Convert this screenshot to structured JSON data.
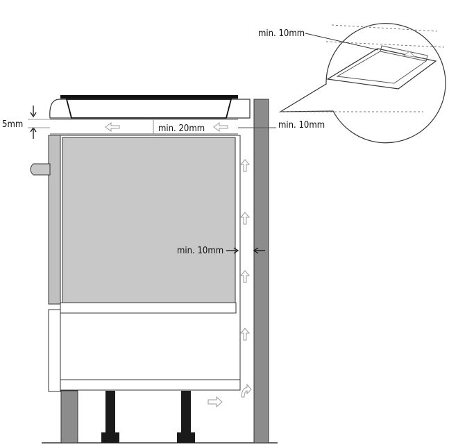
{
  "labels": {
    "gap_top": "5mm",
    "gap_rear_horizontal": "min. 20mm",
    "gap_rear_vertical": "min. 10mm",
    "gap_back_panel": "min. 10mm",
    "gap_detail": "min. 10mm"
  },
  "colors": {
    "oven_panel": "#c8c8c8",
    "wall": "#8c8c8c",
    "outline": "#333333",
    "legs": "#1a1a1a"
  },
  "icons": {
    "airflow": "hollow-arrow-icon",
    "measure": "dimension-arrow-icon"
  }
}
